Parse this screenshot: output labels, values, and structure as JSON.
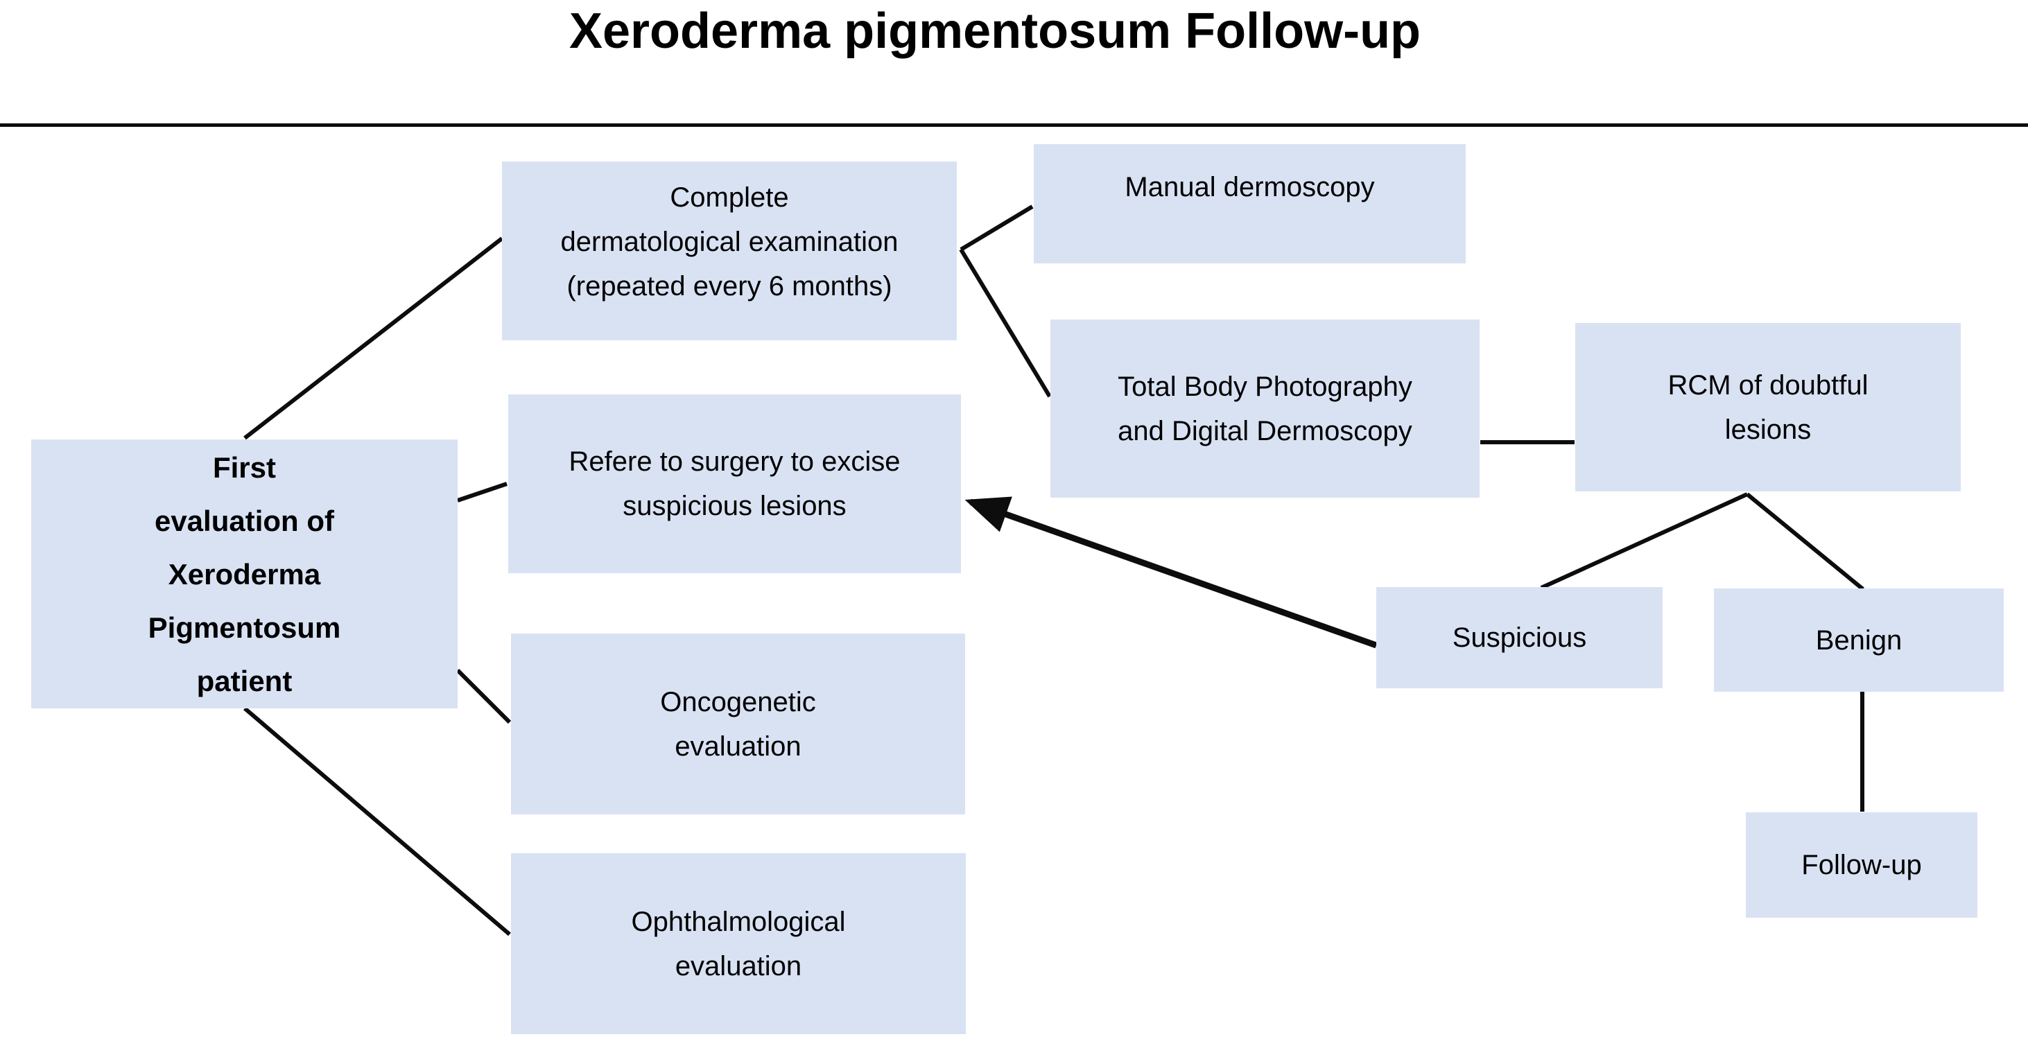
{
  "title": "Xeroderma pigmentosum Follow-up",
  "colors": {
    "background": "#ffffff",
    "node_fill": "#d9e2f3",
    "text": "#000000",
    "line": "#0d0d0d",
    "divider": "#0d0d0d"
  },
  "nodes": {
    "first_evaluation": {
      "label": "First\nevaluation of\nXeroderma\nPigmentosum\npatient"
    },
    "complete_derm": {
      "label": "Complete\ndermatological examination\n(repeated every 6 months)"
    },
    "manual_dermoscopy": {
      "label": "Manual dermoscopy"
    },
    "total_body": {
      "label": "Total Body Photography\nand Digital Dermoscopy"
    },
    "rcm": {
      "label": "RCM of doubtful\nlesions"
    },
    "refer_surgery": {
      "label": "Refere to surgery to excise\nsuspicious lesions"
    },
    "oncogenetic": {
      "label": "Oncogenetic\nevaluation"
    },
    "ophthalmological": {
      "label": "Ophthalmological\nevaluation"
    },
    "suspicious": {
      "label": "Suspicious"
    },
    "benign": {
      "label": "Benign"
    },
    "follow_up": {
      "label": "Follow-up"
    }
  },
  "edges": [
    {
      "from": "first_evaluation",
      "to": "complete_derm",
      "points": [
        353,
        632,
        724,
        344
      ],
      "arrow": false,
      "width": 6
    },
    {
      "from": "first_evaluation",
      "to": "refer_surgery",
      "points": [
        660,
        722,
        731,
        698
      ],
      "arrow": false,
      "width": 6
    },
    {
      "from": "first_evaluation",
      "to": "oncogenetic",
      "points": [
        660,
        967,
        735,
        1042
      ],
      "arrow": false,
      "width": 6
    },
    {
      "from": "first_evaluation",
      "to": "ophthalmological",
      "points": [
        353,
        1022,
        735,
        1348
      ],
      "arrow": false,
      "width": 6
    },
    {
      "from": "complete_derm",
      "to": "manual_dermoscopy",
      "points": [
        1386,
        360,
        1489,
        298
      ],
      "arrow": false,
      "width": 6
    },
    {
      "from": "complete_derm",
      "to": "total_body",
      "points": [
        1386,
        360,
        1514,
        572
      ],
      "arrow": false,
      "width": 6
    },
    {
      "from": "total_body",
      "to": "rcm",
      "points": [
        2135,
        638,
        2271,
        638
      ],
      "arrow": false,
      "width": 6
    },
    {
      "from": "rcm",
      "to": "suspicious",
      "points": [
        2520,
        713,
        2223,
        848
      ],
      "arrow": false,
      "width": 6
    },
    {
      "from": "rcm",
      "to": "benign",
      "points": [
        2520,
        713,
        2687,
        850
      ],
      "arrow": false,
      "width": 6
    },
    {
      "from": "suspicious",
      "to": "refer_surgery",
      "points": [
        1985,
        931,
        1400,
        724
      ],
      "arrow": true,
      "width": 9
    },
    {
      "from": "benign",
      "to": "follow_up",
      "points": [
        2686,
        997,
        2686,
        1171
      ],
      "arrow": false,
      "width": 6
    }
  ]
}
